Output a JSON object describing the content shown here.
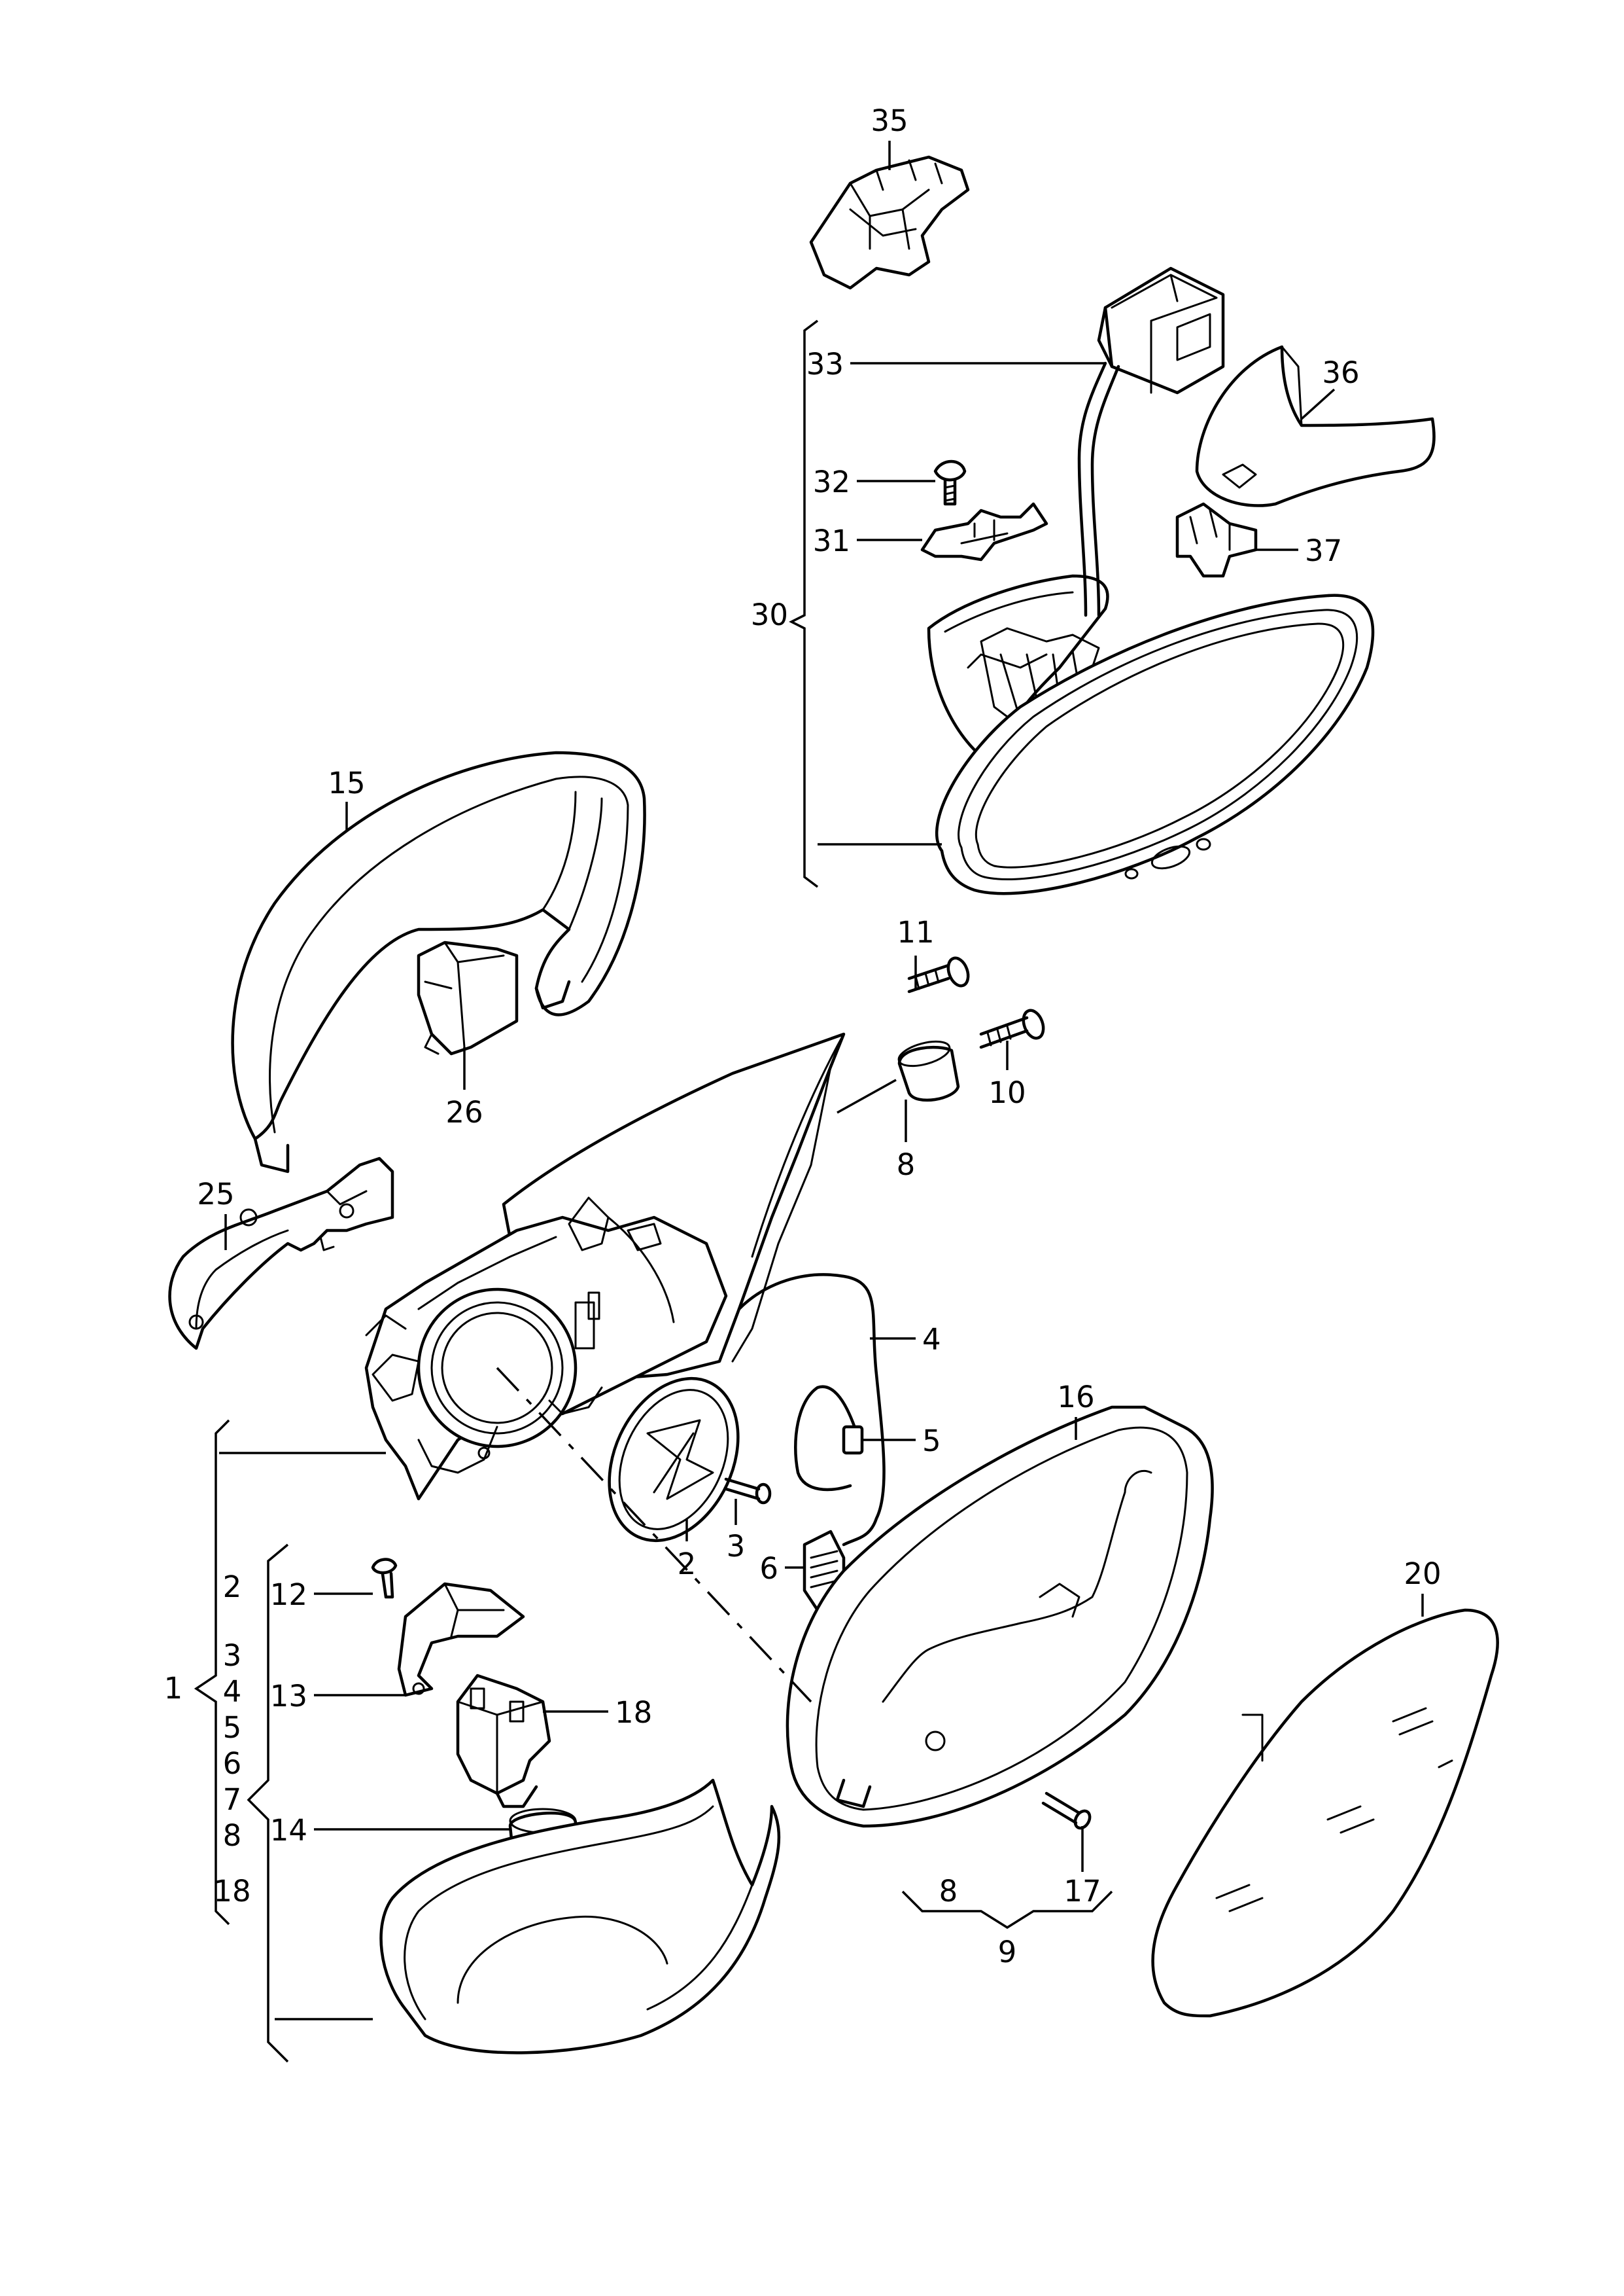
{
  "labels": {
    "l1": "1",
    "l2a": "2",
    "l2b": "2",
    "l3a": "3",
    "l3b": "3",
    "l4a": "4",
    "l4b": "4",
    "l5a": "5",
    "l5b": "5",
    "l6a": "6",
    "l6b": "6",
    "l7": "7",
    "l8a": "8",
    "l8b": "8",
    "l8c": "8",
    "l9": "9",
    "l10": "10",
    "l11": "11",
    "l12": "12",
    "l13": "13",
    "l14": "14",
    "l15": "15",
    "l16": "16",
    "l17": "17",
    "l18a": "18",
    "l18b": "18",
    "l20": "20",
    "l25": "25",
    "l26": "26",
    "l30": "30",
    "l31": "31",
    "l32": "32",
    "l33": "33",
    "l35": "35",
    "l36": "36",
    "l37": "37"
  }
}
